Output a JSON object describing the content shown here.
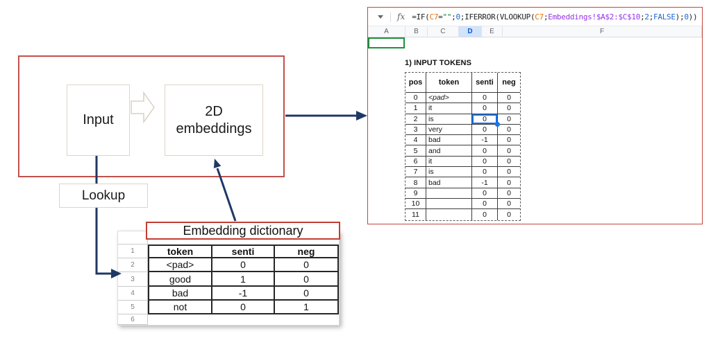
{
  "colors": {
    "diagram_red": "#c0504d",
    "panel_red": "#c2463a",
    "arrow_navy": "#1f3864",
    "selection_blue": "#1a73e8",
    "green_cell_border": "#1e8e3e",
    "formula_orange": "#e8710a",
    "formula_green": "#188038",
    "formula_blue": "#1967d2",
    "formula_purple": "#9334e6"
  },
  "diagram": {
    "input_label": "Input",
    "embeddings_label": "2D embeddings",
    "lookup_label": "Lookup",
    "dictionary_title": "Embedding dictionary",
    "dictionary_table": {
      "row_numbers": [
        "1",
        "2",
        "3",
        "4",
        "5",
        "6"
      ],
      "headers": [
        "token",
        "senti",
        "neg"
      ],
      "rows": [
        [
          "<pad>",
          "0",
          "0"
        ],
        [
          "good",
          "1",
          "0"
        ],
        [
          "bad",
          "-1",
          "0"
        ],
        [
          "not",
          "0",
          "1"
        ]
      ]
    }
  },
  "spreadsheet": {
    "formula_bar": {
      "fx_label": "fx",
      "formula_tokens": [
        {
          "t": "=IF(",
          "c": "k"
        },
        {
          "t": "C7",
          "c": "o"
        },
        {
          "t": "=",
          "c": "k"
        },
        {
          "t": "\"\"",
          "c": "g"
        },
        {
          "t": ";",
          "c": "k"
        },
        {
          "t": "0",
          "c": "b"
        },
        {
          "t": ";IFERROR(VLOOKUP(",
          "c": "k"
        },
        {
          "t": "C7",
          "c": "o"
        },
        {
          "t": ";",
          "c": "k"
        },
        {
          "t": "Embeddings!$A$2:$C$10",
          "c": "p"
        },
        {
          "t": ";",
          "c": "k"
        },
        {
          "t": "2",
          "c": "b"
        },
        {
          "t": ";",
          "c": "k"
        },
        {
          "t": "FALSE",
          "c": "b"
        },
        {
          "t": ")",
          "c": "k"
        },
        {
          "t": ";",
          "c": "k"
        },
        {
          "t": "0",
          "c": "b"
        },
        {
          "t": "))",
          "c": "k"
        }
      ]
    },
    "column_headers": [
      "A",
      "B",
      "C",
      "D",
      "E",
      "F"
    ],
    "selected_column": "D",
    "section_title": "1) INPUT TOKENS",
    "tokens_table": {
      "headers": [
        "pos",
        "token",
        "senti",
        "neg"
      ],
      "rows": [
        [
          "0",
          "<pad>",
          "0",
          "0"
        ],
        [
          "1",
          "it",
          "0",
          "0"
        ],
        [
          "2",
          "is",
          "0",
          "0"
        ],
        [
          "3",
          "very",
          "0",
          "0"
        ],
        [
          "4",
          "bad",
          "-1",
          "0"
        ],
        [
          "5",
          "and",
          "0",
          "0"
        ],
        [
          "6",
          "it",
          "0",
          "0"
        ],
        [
          "7",
          "is",
          "0",
          "0"
        ],
        [
          "8",
          "bad",
          "-1",
          "0"
        ],
        [
          "9",
          "",
          "0",
          "0"
        ],
        [
          "10",
          "",
          "0",
          "0"
        ],
        [
          "11",
          "",
          "0",
          "0"
        ]
      ],
      "selected_cell": {
        "row_pos": "2",
        "column": "senti"
      }
    }
  }
}
